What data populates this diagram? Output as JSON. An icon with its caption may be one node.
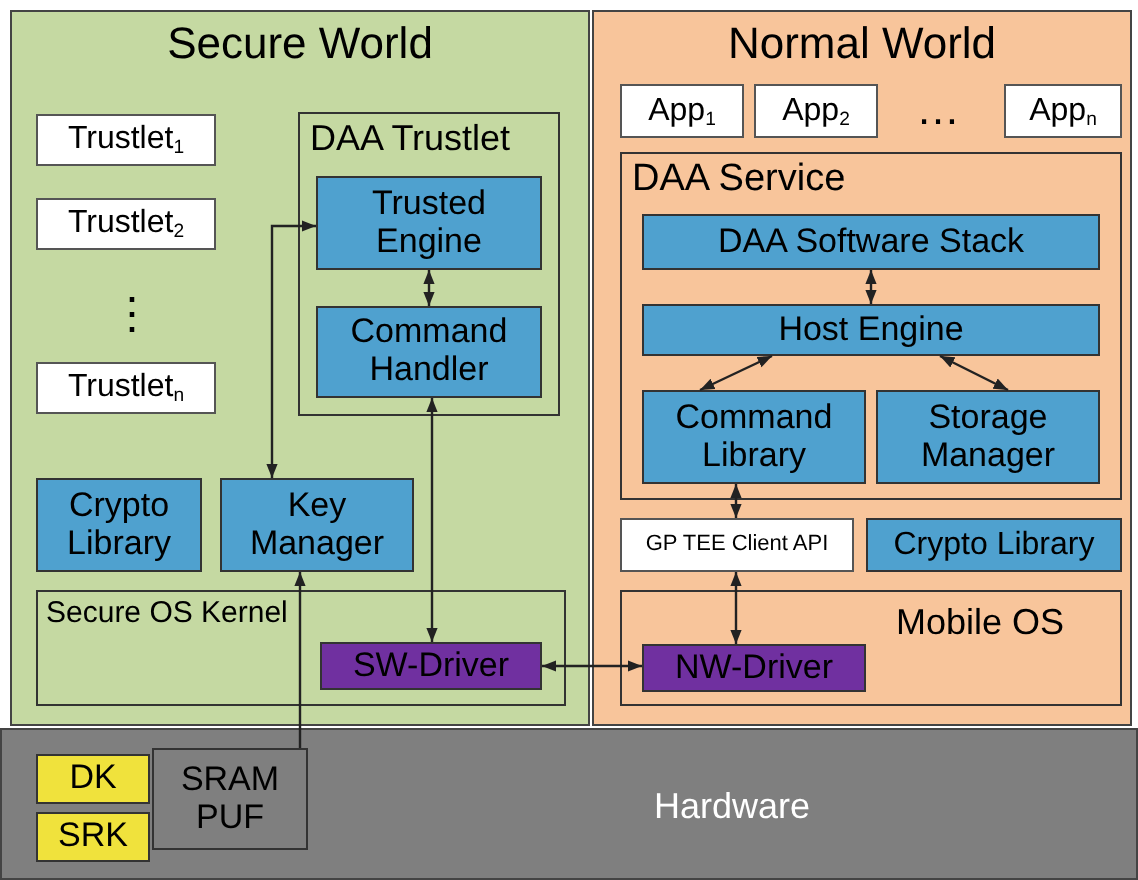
{
  "diagram": {
    "nodes": [
      {
        "text": [
          "Secure World"
        ]
      },
      {
        "text": [
          "Trustlet$_{1}$"
        ],
        "in": 0
      },
      {
        "text": [
          "Trustlet$_{2}$"
        ],
        "in": 0
      },
      {
        "text": [
          "Trustlet$_{n}$"
        ],
        "in": 0
      },
      {
        "text": [
          "DAA Trustlet"
        ],
        "in": 0
      },
      {
        "text": [
          "Trusted Engine"
        ],
        "in": 4
      },
      {
        "text": [
          "Command Handler"
        ],
        "in": 4
      },
      {
        "text": [
          "Crypto Library"
        ],
        "in": 0
      },
      {
        "text": [
          "Key Manager"
        ],
        "in": 0
      },
      {
        "text": [
          "Secure OS Kernel"
        ],
        "in": 0
      },
      {
        "text": [
          "SW-Driver"
        ],
        "in": 9
      },
      {
        "text": [
          "Normal World"
        ]
      },
      {
        "text": [
          "App$_{1}$"
        ],
        "in": 11
      },
      {
        "text": [
          "App$_{2}$"
        ],
        "in": 11
      },
      {
        "text": [
          "App$_{n}$"
        ],
        "in": 11
      },
      {
        "text": [
          "DAA Service"
        ],
        "in": 11
      },
      {
        "text": [
          "DAA Software Stack"
        ],
        "in": 15
      },
      {
        "text": [
          "Host Engine"
        ],
        "in": 15
      },
      {
        "text": [
          "Command Library"
        ],
        "in": 15
      },
      {
        "text": [
          "Storage Manager"
        ],
        "in": 15
      },
      {
        "text": [
          "GP TEE Client API"
        ],
        "in": 11
      },
      {
        "text": [
          "Crypto Library"
        ],
        "in": 11
      },
      {
        "text": [
          "Mobile OS"
        ],
        "in": 11
      },
      {
        "text": [
          "NW-Driver"
        ],
        "in": 22
      },
      {
        "text": [
          "Hardware"
        ]
      },
      {
        "text": [
          "SRAM PUF"
        ],
        "in": 24
      },
      {
        "text": [
          "DK"
        ],
        "in": 24
      },
      {
        "text": [
          "SRK"
        ],
        "in": 24
      }
    ],
    "edges": [
      {
        "from": 8,
        "to": 5,
        "arrow": "both"
      },
      {
        "from": 5,
        "to": 6,
        "arrow": "both"
      },
      {
        "from": 6,
        "to": 10,
        "arrow": "both"
      },
      {
        "from": 10,
        "to": 23,
        "arrow": "both"
      },
      {
        "from": 25,
        "to": 8,
        "arrow": "to"
      },
      {
        "from": 16,
        "to": 17,
        "arrow": "both"
      },
      {
        "from": 17,
        "to": 18,
        "arrow": "both"
      },
      {
        "from": 17,
        "to": 19,
        "arrow": "both"
      },
      {
        "from": 18,
        "to": 20,
        "arrow": "both"
      },
      {
        "from": 20,
        "to": 23,
        "arrow": "both"
      }
    ],
    "labels": [
      "⋮",
      "…"
    ]
  }
}
